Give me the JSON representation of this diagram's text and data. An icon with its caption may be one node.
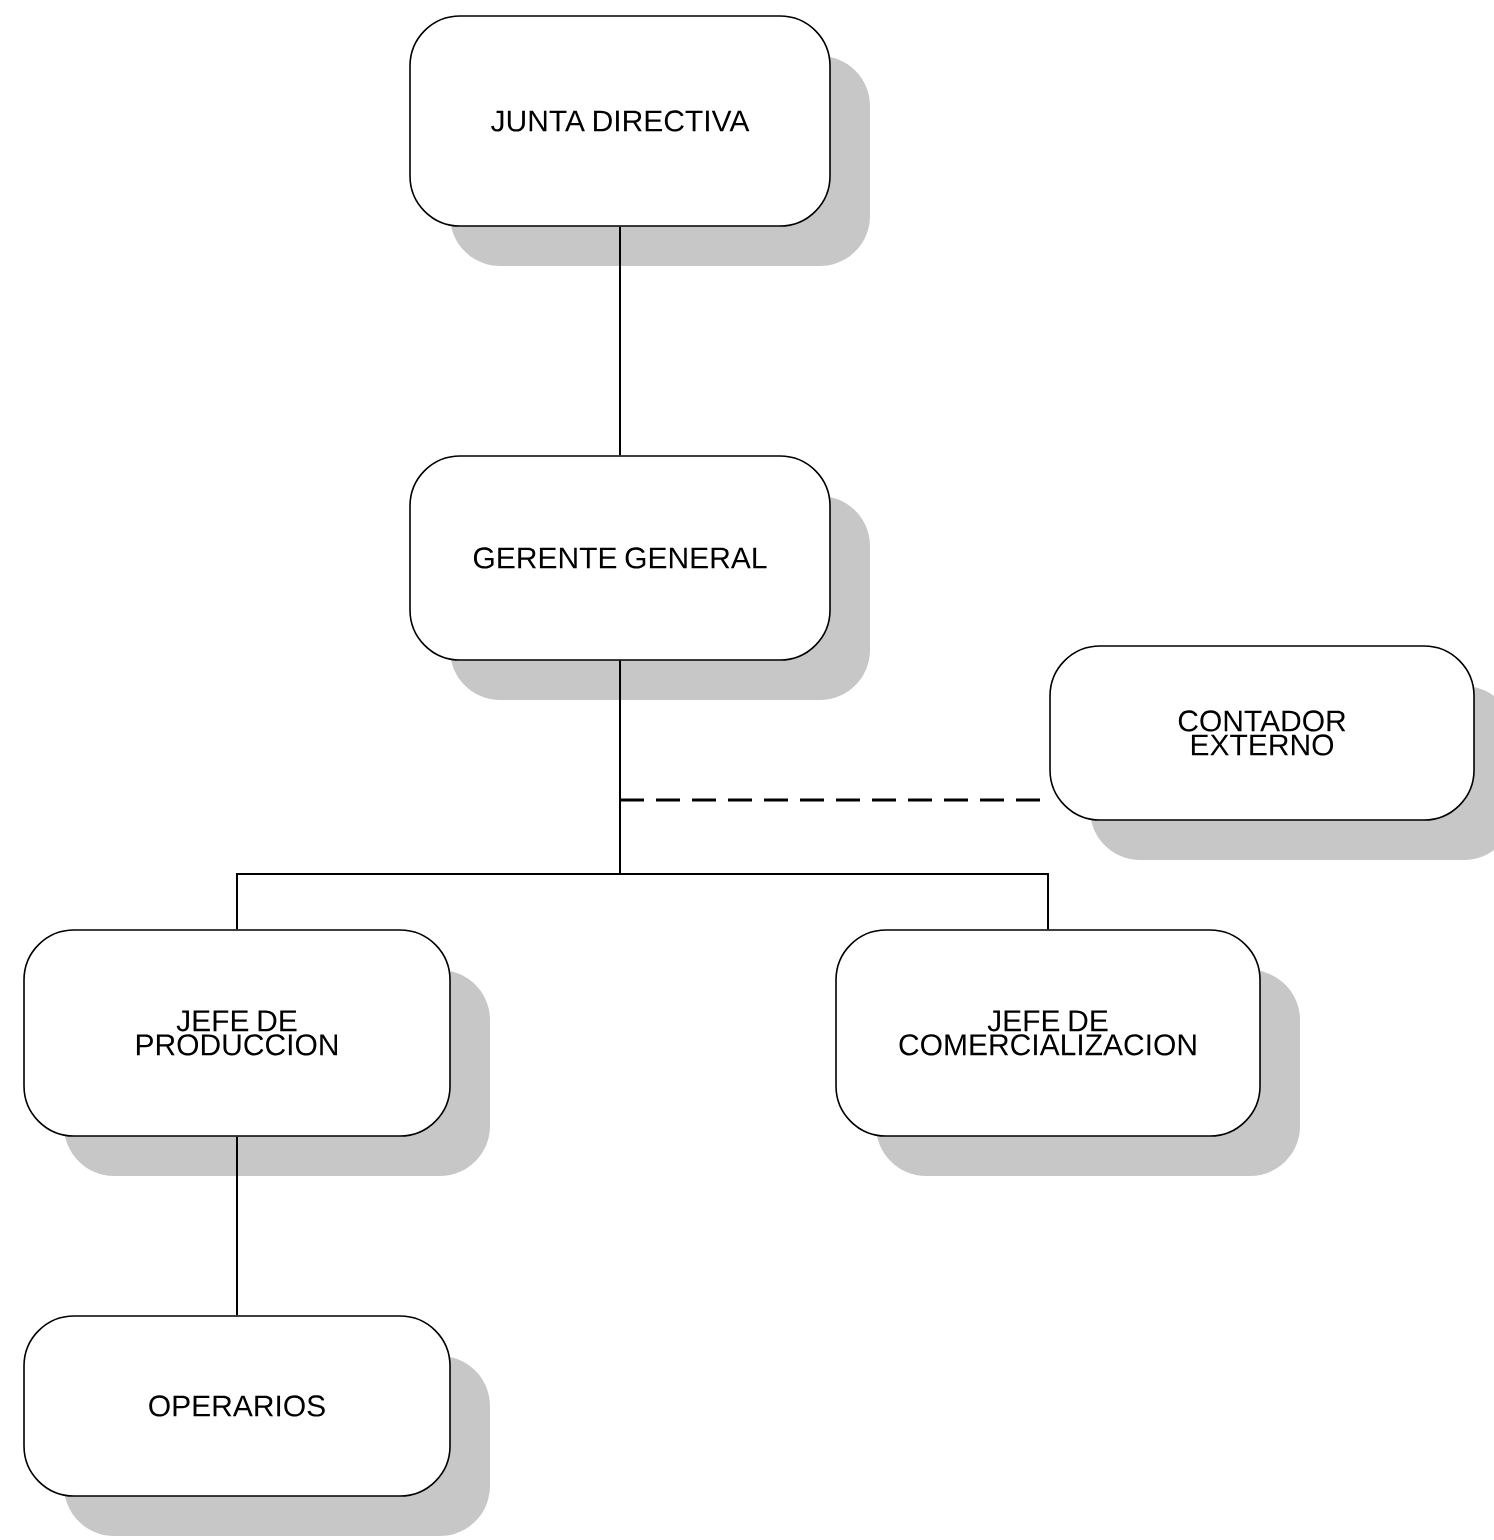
{
  "diagram": {
    "nodes": [
      {
        "text": [
          "JUNTA DIRECTIVA"
        ]
      },
      {
        "text": [
          "GERENTE GENERAL"
        ]
      },
      {
        "text": [
          "CONTADOR EXTERNO"
        ]
      },
      {
        "text": [
          "JEFE DE PRODUCCION"
        ]
      },
      {
        "text": [
          "JEFE DE COMERCIALIZACION"
        ]
      },
      {
        "text": [
          "OPERARIOS"
        ]
      }
    ],
    "edges": [
      {
        "from": 0,
        "to": 1,
        "arrow": "none"
      },
      {
        "from": 1,
        "to": 2,
        "arrow": "none",
        "style": "dashed"
      },
      {
        "from": 1,
        "to": 3,
        "arrow": "none"
      },
      {
        "from": 1,
        "to": 4,
        "arrow": "none"
      },
      {
        "from": 3,
        "to": 5,
        "arrow": "none"
      }
    ]
  }
}
